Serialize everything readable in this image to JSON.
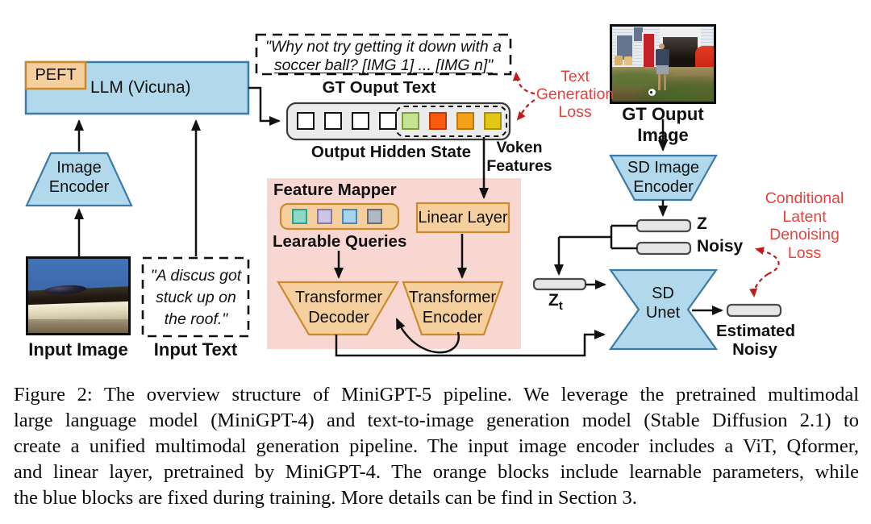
{
  "diagram": {
    "peft_label": "PEFT",
    "llm_label": "LLM (Vicuna)",
    "image_encoder_line1": "Image",
    "image_encoder_line2": "Encoder",
    "input_image_label": "Input Image",
    "input_text_label": "Input Text",
    "input_text_quote_line1": "\"A discus got",
    "input_text_quote_line2": "stuck up on",
    "input_text_quote_line3": "the roof.\"",
    "gt_text_quote_line1": "\"Why not try getting it down with a",
    "gt_text_quote_line2": "soccer ball? [IMG 1] ... [IMG n]\"",
    "gt_text_label": "GT Ouput Text",
    "output_hidden_state_label": "Output Hidden State",
    "voken_line1": "Voken",
    "voken_line2": "Features",
    "text_gen_loss_line1": "Text",
    "text_gen_loss_line2": "Generation",
    "text_gen_loss_line3": "Loss",
    "feature_mapper_label": "Feature Mapper",
    "learnable_queries_label": "Learable Queries",
    "linear_layer_label": "Linear Layer",
    "transformer_decoder_line1": "Transformer",
    "transformer_decoder_line2": "Decoder",
    "transformer_encoder_line1": "Transformer",
    "transformer_encoder_line2": "Encoder",
    "gt_image_label": "GT Ouput Image",
    "sd_image_encoder_line1": "SD Image",
    "sd_image_encoder_line2": "Encoder",
    "z_label": "Z",
    "noisy_label": "Noisy",
    "zt_base": "Z",
    "zt_sub": "t",
    "sd_unet_line1": "SD",
    "sd_unet_line2": "Unet",
    "estimated_noisy_line1": "Estimated",
    "estimated_noisy_line2": "Noisy",
    "cond_loss_line1": "Conditional",
    "cond_loss_line2": "Latent",
    "cond_loss_line3": "Denoising",
    "cond_loss_line4": "Loss"
  },
  "colors": {
    "blue_fill": "#b2d8ec",
    "blue_border": "#3a7ca6",
    "orange_fill": "#f6cf9e",
    "orange_border": "#ca8b2e",
    "pink_fill": "#f8d6d2",
    "loss_red": "#e8403c",
    "voken_colors": [
      "#c6e293",
      "#fa5a0e",
      "#f5a11c",
      "#e2c714"
    ],
    "query_colors": [
      "#8ed8c8",
      "#cdc5e4",
      "#a6d4ee",
      "#aeb9c4"
    ]
  },
  "caption": {
    "lines": [
      "Figure 2: The overview structure of MiniGPT-5 pipeline. We leverage the pretrained multimodal",
      "large language model (MiniGPT-4) and text-to-image generation model (Stable Diffusion 2.1) to",
      "create a unified multimodal generation pipeline. The input image encoder includes a ViT, Qformer,",
      "and linear layer, pretrained by MiniGPT-4. The orange blocks include learnable parameters, while",
      "the blue blocks are fixed during training. More details can be find in Section 3."
    ]
  }
}
